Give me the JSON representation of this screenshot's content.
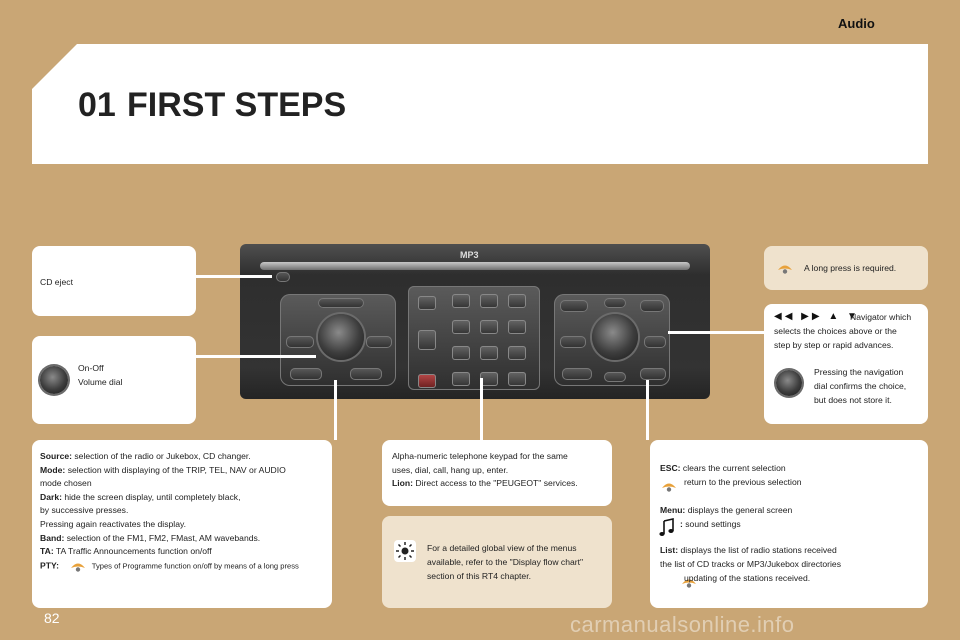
{
  "section_tag": "Audio",
  "chapter": {
    "number": "01",
    "title": "FIRST STEPS"
  },
  "panel_labels": {
    "mp3": "MP3"
  },
  "cd_eject": {
    "text": "CD eject"
  },
  "on_off": {
    "line1": "On-Off",
    "line2": "Volume dial"
  },
  "long_press": {
    "text": "A long press is required."
  },
  "navigator": {
    "glyphs": "◀◀ ▶▶ ▲ ▼",
    "line1": "Navigator which",
    "line2": "selects the choices above or the",
    "line3": "step by step or rapid advances.",
    "dial_line1": "Pressing the navigation",
    "dial_line2": "dial confirms the choice,",
    "dial_line3": "but does not store it."
  },
  "left_list": {
    "source_label": "Source:",
    "source_text": " selection of the radio or Jukebox, CD changer.",
    "mode_label": "Mode:",
    "mode_text": " selection with displaying of the TRIP, TEL, NAV or AUDIO",
    "mode_text2": "mode chosen",
    "dark_label": "Dark:",
    "dark_text": " hide the screen display, until completely black,",
    "dark_text2": "by successive presses.",
    "dark_text3": "Pressing again reactivates the display.",
    "band_label": "Band:",
    "band_text": " selection of the FM1, FM2, FMast, AM wavebands.",
    "ta_label": "TA:",
    "ta_text": " TA Traffic Announcements function on/off",
    "pty_label": "PTY:",
    "pty_text": "Types of Programme function on/off by means of a long press"
  },
  "keypad": {
    "line1": "Alpha-numeric telephone keypad for the same",
    "line2": "uses, dial, call, hang up, enter.",
    "lion_label": "Lion:",
    "lion_text": " Direct access to the \"PEUGEOT\" services."
  },
  "note": {
    "line1": "For a detailed global view of the menus",
    "line2": "available, refer to the \"Display flow chart\"",
    "line3": "section of this RT4 chapter."
  },
  "right_list": {
    "esc_label": "ESC:",
    "esc_text": " clears the current selection",
    "esc_tip": "return to the previous selection",
    "menu_label": "Menu:",
    "menu_text": " displays the general screen",
    "music_label": ":",
    "music_text": " sound settings",
    "list_label": "List:",
    "list_text": " displays the list of radio stations received",
    "list_text2": "the list of CD tracks or MP3/Jukebox directories",
    "list_tip": "updating of the stations received."
  },
  "page_number": "82",
  "watermark": "carmanualsonline.info",
  "colors": {
    "background": "#c9a675",
    "note_box": "#efe2cd",
    "tip_icon": "#e8a13a"
  }
}
